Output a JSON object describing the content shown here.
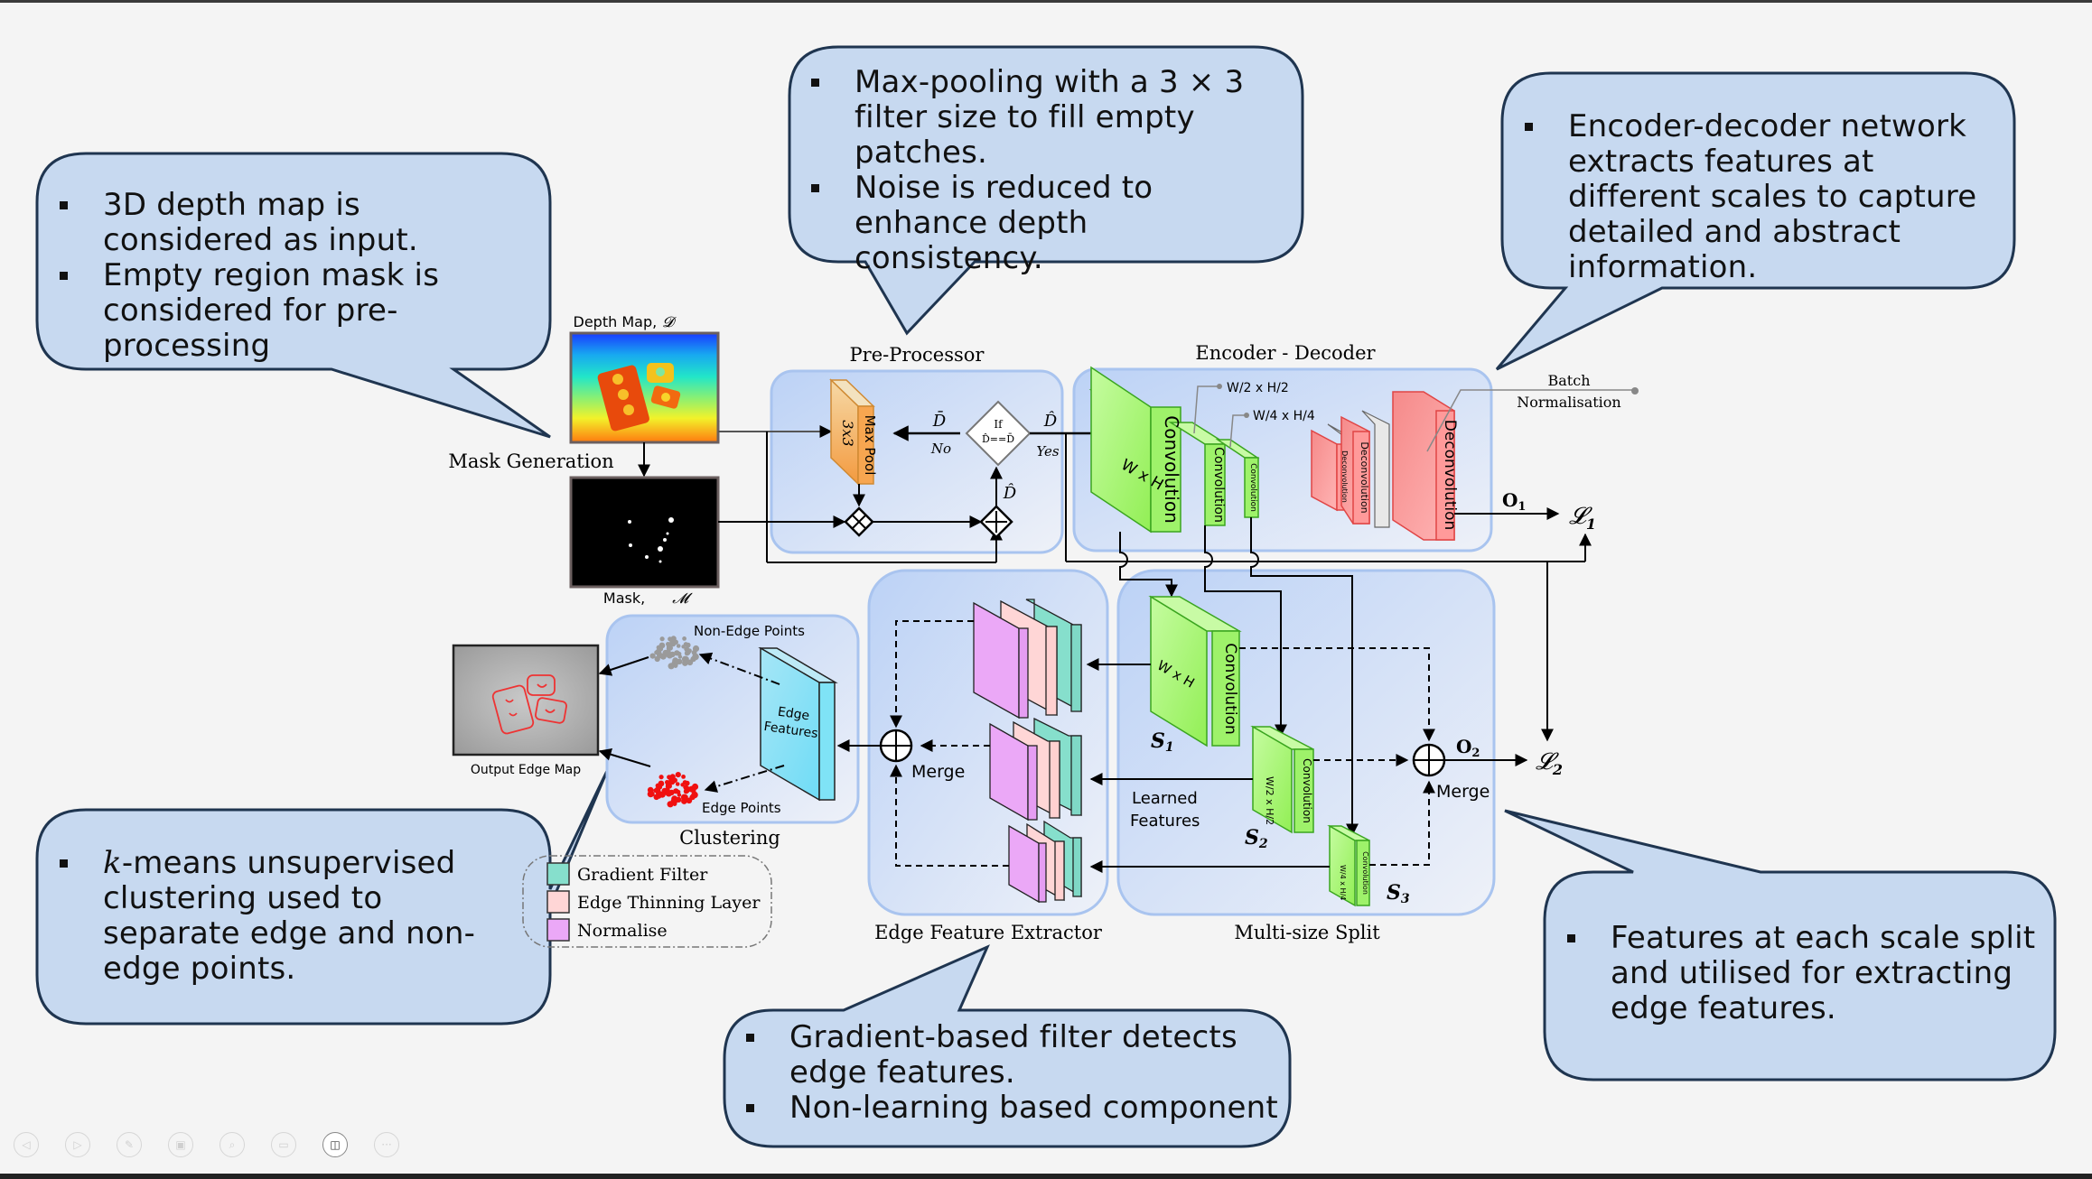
{
  "slide": {
    "callouts": {
      "input": {
        "bullets": [
          "3D depth map is considered as input.",
          "Empty region mask is considered for pre-processing"
        ]
      },
      "preprocess": {
        "bullets": [
          "Max-pooling with a 3 × 3 filter size to fill empty patches.",
          "Noise is reduced to enhance depth consistency."
        ]
      },
      "encoder": {
        "bullets": [
          "Encoder-decoder network extracts features at different scales to capture detailed and abstract information."
        ]
      },
      "clustering": {
        "bullets_html_prefix": "k",
        "bullets": [
          "-means unsupervised clustering used to separate edge and non-edge points."
        ]
      },
      "edge_extractor": {
        "bullets": [
          "Gradient-based filter detects edge features.",
          "Non-learning based component"
        ]
      },
      "multisplit": {
        "bullets": [
          "Features at each scale split and utilised for extracting edge features."
        ]
      }
    },
    "inputs": {
      "depth_map_label": "Depth Map,",
      "depth_map_symbol": "𝓓",
      "mask_label": "Mask,",
      "mask_symbol": "𝓜",
      "mask_generation": "Mask Generation"
    },
    "preprocessor": {
      "title": "Pre-Processor",
      "maxpool_label": "Max Pool",
      "filter_label": "3x3",
      "decision_if": "If",
      "decision_cond": "D̂==D̄",
      "dbar": "D̄",
      "dhat": "D̂",
      "dhat2": "D̂",
      "dhat_in": "D̂",
      "no": "No",
      "yes": "Yes"
    },
    "encoder_decoder": {
      "title": "Encoder - Decoder",
      "conv_label": "Convolution",
      "deconv_label": "Deconvolution",
      "wxh": "W x H",
      "w2h2": "W/2 x H/2",
      "w4h4": "W/4 x H/4",
      "batch_norm_line1": "Batch",
      "batch_norm_line2": "Normalisation",
      "o1": "O",
      "o1_sub": "1",
      "l1": "𝓛",
      "l1_sub": "1"
    },
    "multisize_split": {
      "title": "Multi-size Split",
      "conv_label": "Convolution",
      "s1_wxh": "W x H",
      "s2_w": "W",
      "s2_h": "H",
      "s2_den": "2",
      "s3_den": "4",
      "s1": "S",
      "s1_sub": "1",
      "s2": "S",
      "s2_sub": "2",
      "s3": "S",
      "s3_sub": "3",
      "learned_features_1": "Learned",
      "learned_features_2": "Features",
      "merge": "Merge",
      "o2": "O",
      "o2_sub": "2",
      "l2": "𝓛",
      "l2_sub": "2"
    },
    "edge_feature_extractor": {
      "title": "Edge Feature Extractor",
      "merge": "Merge"
    },
    "clustering": {
      "title": "Clustering",
      "non_edge_points": "Non-Edge Points",
      "edge_points": "Edge Points",
      "edge_features_1": "Edge",
      "edge_features_2": "Features",
      "output_edge_map": "Output Edge Map"
    },
    "legend": {
      "items": [
        {
          "label": "Gradient Filter",
          "color": "#86dfcc"
        },
        {
          "label": "Edge Thinning Layer",
          "color": "#ffd6d6"
        },
        {
          "label": "Normalise",
          "color": "#eba8f7"
        }
      ]
    },
    "colors": {
      "callout_fill": "#c7d9f0",
      "callout_stroke": "#1f3550",
      "panel_stroke": "#a9c4ef",
      "conv_green": "#9ef26a",
      "deconv_red": "#ff9a9a",
      "maxpool_orange": "#f5a650"
    }
  },
  "slideshow_controls": [
    {
      "icon": "previous-icon",
      "glyph": "◁",
      "active": false
    },
    {
      "icon": "next-icon",
      "glyph": "▷",
      "active": false
    },
    {
      "icon": "pen-icon",
      "glyph": "✎",
      "active": false
    },
    {
      "icon": "slides-icon",
      "glyph": "▣",
      "active": false
    },
    {
      "icon": "zoom-icon",
      "glyph": "⌕",
      "active": false
    },
    {
      "icon": "subtitles-icon",
      "glyph": "▭",
      "active": false
    },
    {
      "icon": "camera-icon",
      "glyph": "◫",
      "active": true
    },
    {
      "icon": "more-icon",
      "glyph": "···",
      "active": false
    }
  ]
}
